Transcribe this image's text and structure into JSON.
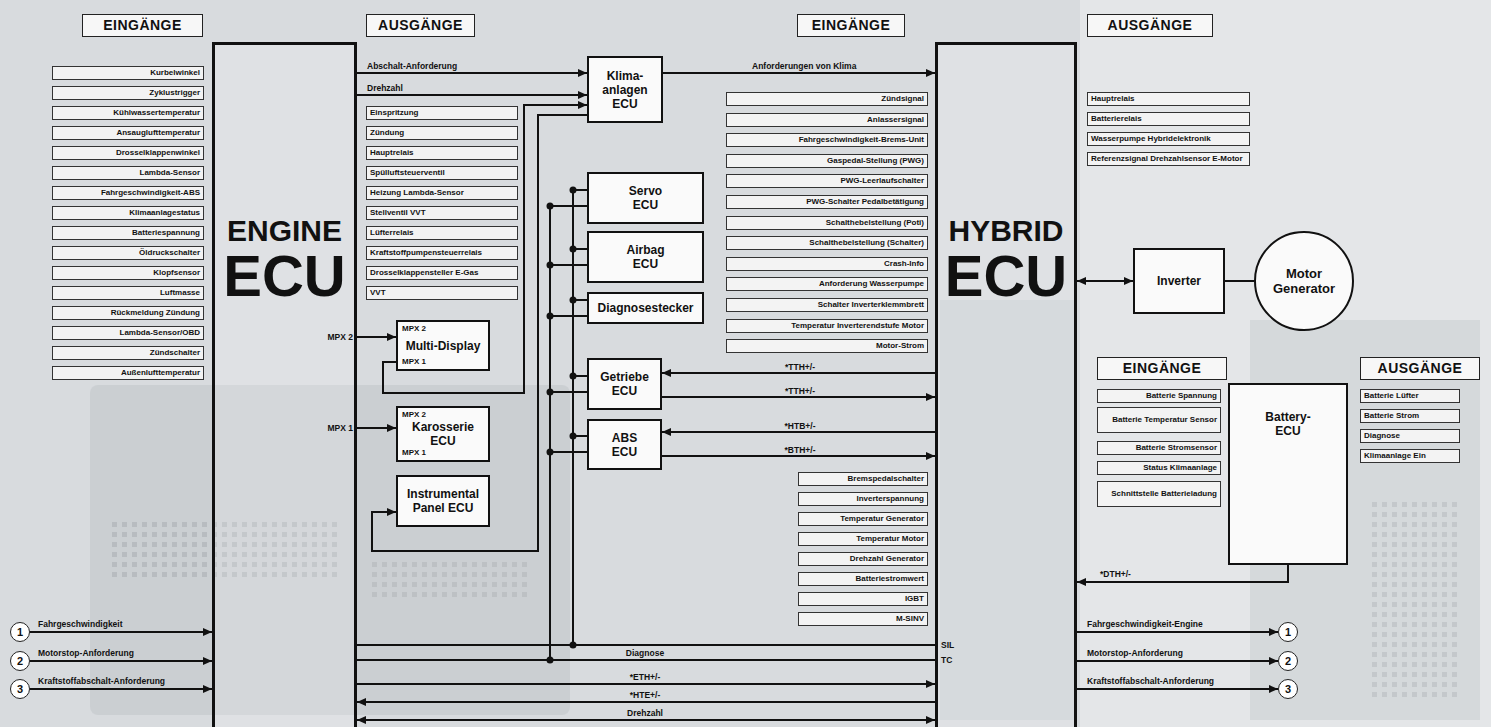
{
  "diagram": {
    "nodes": [
      {
        "text": [
          "EINGÄNGE"
        ]
      },
      {
        "text": [
          "AUSGÄNGE"
        ]
      },
      {
        "text": [
          "EINGÄNGE"
        ]
      },
      {
        "text": [
          "AUSGÄNGE"
        ]
      },
      {
        "text": [
          "ENGINE",
          "ECU"
        ]
      },
      {
        "text": [
          "Kurbelwinkel"
        ]
      },
      {
        "text": [
          "Zyklustrigger"
        ]
      },
      {
        "text": [
          "Kühlwassertemperatur"
        ]
      },
      {
        "text": [
          "Ansauglufttemperatur"
        ]
      },
      {
        "text": [
          "Drosselklappenwinkel"
        ]
      },
      {
        "text": [
          "Lambda-Sensor"
        ]
      },
      {
        "text": [
          "Fahrgeschwindigkeit-ABS"
        ]
      },
      {
        "text": [
          "Klimaanlagestatus"
        ]
      },
      {
        "text": [
          "Batteriespannung"
        ]
      },
      {
        "text": [
          "Öldruckschalter"
        ]
      },
      {
        "text": [
          "Klopfsensor"
        ]
      },
      {
        "text": [
          "Luftmasse"
        ]
      },
      {
        "text": [
          "Rückmeldung Zündung"
        ]
      },
      {
        "text": [
          "Lambda-Sensor/OBD"
        ]
      },
      {
        "text": [
          "Zündschalter"
        ]
      },
      {
        "text": [
          "Außenlufttemperatur"
        ]
      },
      {
        "text": [
          "Einspritzung"
        ]
      },
      {
        "text": [
          "Zündung"
        ]
      },
      {
        "text": [
          "Hauptrelais"
        ]
      },
      {
        "text": [
          "Spülluftsteuerventil"
        ]
      },
      {
        "text": [
          "Heizung Lambda-Sensor"
        ]
      },
      {
        "text": [
          "Stellventil VVT"
        ]
      },
      {
        "text": [
          "Lüfterrelais"
        ]
      },
      {
        "text": [
          "Kraftstoffpumpensteuerrelais"
        ]
      },
      {
        "text": [
          "Drosselklappensteller E-Gas"
        ]
      },
      {
        "text": [
          "VVT"
        ]
      },
      {
        "text": [
          "Klima-anlagen ECU"
        ]
      },
      {
        "text": [
          "Servo ECU"
        ]
      },
      {
        "text": [
          "Airbag ECU"
        ]
      },
      {
        "text": [
          "Diagnosestecker"
        ]
      },
      {
        "text": [
          "Getriebe ECU"
        ]
      },
      {
        "text": [
          "ABS ECU"
        ]
      },
      {
        "text": [
          "MPX 2",
          "Multi-Display",
          "MPX 1"
        ]
      },
      {
        "text": [
          "MPX 2",
          "Karosserie ECU",
          "MPX 1"
        ]
      },
      {
        "text": [
          "Instrumental Panel ECU"
        ]
      },
      {
        "text": [
          "HYBRID",
          "ECU"
        ]
      },
      {
        "text": [
          "Zündsignal"
        ]
      },
      {
        "text": [
          "Anlassersignal"
        ]
      },
      {
        "text": [
          "Fahrgeschwindigkeit-Brems-Unit"
        ]
      },
      {
        "text": [
          "Gaspedal-Stellung (PWG)"
        ]
      },
      {
        "text": [
          "PWG-Leerlaufschalter"
        ]
      },
      {
        "text": [
          "PWG-Schalter Pedalbetätigung"
        ]
      },
      {
        "text": [
          "Schalthebelstellung (Poti)"
        ]
      },
      {
        "text": [
          "Schalthebelstellung (Schalter)"
        ]
      },
      {
        "text": [
          "Crash-Info"
        ]
      },
      {
        "text": [
          "Anforderung Wasserpumpe"
        ]
      },
      {
        "text": [
          "Schalter Inverterklemmbrett"
        ]
      },
      {
        "text": [
          "Temperatur Inverterendstufe Motor"
        ]
      },
      {
        "text": [
          "Motor-Strom"
        ]
      },
      {
        "text": [
          "Bremspedalschalter"
        ]
      },
      {
        "text": [
          "Inverterspannung"
        ]
      },
      {
        "text": [
          "Temperatur Generator"
        ]
      },
      {
        "text": [
          "Temperatur Motor"
        ]
      },
      {
        "text": [
          "Drehzahl Generator"
        ]
      },
      {
        "text": [
          "Batteriestromwert"
        ]
      },
      {
        "text": [
          "IGBT"
        ]
      },
      {
        "text": [
          "M-SINV"
        ]
      },
      {
        "text": [
          "Hauptrelais"
        ]
      },
      {
        "text": [
          "Batterierelais"
        ]
      },
      {
        "text": [
          "Wasserpumpe Hybridelektronik"
        ]
      },
      {
        "text": [
          "Referenzsignal Drehzahlsensor E-Motor"
        ]
      },
      {
        "text": [
          "Inverter"
        ]
      },
      {
        "text": [
          "Motor Generator"
        ]
      },
      {
        "text": [
          "EINGÄNGE"
        ]
      },
      {
        "text": [
          "AUSGÄNGE"
        ]
      },
      {
        "text": [
          "Battery-ECU"
        ]
      },
      {
        "text": [
          "Batterie Spannung"
        ]
      },
      {
        "text": [
          "Batterie Temperatur Sensor"
        ]
      },
      {
        "text": [
          "Batterie Stromsensor"
        ]
      },
      {
        "text": [
          "Status Klimaanlage"
        ]
      },
      {
        "text": [
          "Schnittstelle Batterieladung"
        ]
      },
      {
        "text": [
          "Batterie Lüfter"
        ]
      },
      {
        "text": [
          "Batterie Strom"
        ]
      },
      {
        "text": [
          "Diagnose"
        ]
      },
      {
        "text": [
          "Klimaanlage Ein"
        ]
      },
      {
        "text": [
          "1"
        ]
      },
      {
        "text": [
          "2"
        ]
      },
      {
        "text": [
          "3"
        ]
      },
      {
        "text": [
          "1"
        ]
      },
      {
        "text": [
          "2"
        ]
      },
      {
        "text": [
          "3"
        ]
      }
    ],
    "edges": [
      {
        "from": 4,
        "to": 31,
        "arrow": "to",
        "label": "Abschalt-Anforderung"
      },
      {
        "from": 4,
        "to": 31,
        "arrow": "to",
        "label": "Drehzahl"
      },
      {
        "from": 31,
        "to": 40,
        "arrow": "to",
        "label": "Anforderungen von Klima"
      },
      {
        "from": 4,
        "to": 37,
        "arrow": "to",
        "label": "MPX 2"
      },
      {
        "from": 4,
        "to": 38,
        "arrow": "to",
        "label": "MPX 1"
      },
      {
        "from": 37,
        "to": 31,
        "arrow": "to"
      },
      {
        "from": 31,
        "to": 39,
        "arrow": "to"
      },
      {
        "from": 40,
        "to": 35,
        "arrow": "to",
        "label": "*TTH+/-"
      },
      {
        "from": 35,
        "to": 40,
        "arrow": "to",
        "label": "*TTH+/-"
      },
      {
        "from": 40,
        "to": 36,
        "arrow": "to",
        "label": "*HTB+/-"
      },
      {
        "from": 36,
        "to": 40,
        "arrow": "to",
        "label": "*BTH+/-"
      },
      {
        "from": 40,
        "to": 66,
        "arrow": "both"
      },
      {
        "from": 66,
        "to": 67,
        "arrow": "none"
      },
      {
        "from": 70,
        "to": 40,
        "arrow": "to",
        "label": "*DTH+/-"
      },
      {
        "from": 4,
        "to": 40,
        "arrow": "none",
        "label": "SIL"
      },
      {
        "from": 4,
        "to": 40,
        "arrow": "none",
        "label": "TC"
      },
      {
        "from": 32,
        "to": 4,
        "arrow": "none"
      },
      {
        "from": 33,
        "to": 4,
        "arrow": "none"
      },
      {
        "from": 34,
        "to": 4,
        "arrow": "none"
      },
      {
        "from": 35,
        "to": 4,
        "arrow": "none"
      },
      {
        "from": 36,
        "to": 4,
        "arrow": "none"
      },
      {
        "from": 32,
        "to": 40,
        "arrow": "none"
      },
      {
        "from": 33,
        "to": 40,
        "arrow": "none"
      },
      {
        "from": 34,
        "to": 40,
        "arrow": "none"
      },
      {
        "from": 35,
        "to": 40,
        "arrow": "none"
      },
      {
        "from": 36,
        "to": 40,
        "arrow": "none"
      },
      {
        "from": 4,
        "to": 40,
        "arrow": "to",
        "label": "*ETH+/-"
      },
      {
        "from": 40,
        "to": 4,
        "arrow": "to",
        "label": "*HTE+/-"
      },
      {
        "from": 4,
        "to": 40,
        "arrow": "both",
        "label": "Drehzahl"
      },
      {
        "from": 80,
        "to": 4,
        "arrow": "to",
        "label": "Fahrgeschwindigkeit"
      },
      {
        "from": 81,
        "to": 4,
        "arrow": "to",
        "label": "Motorstop-Anforderung"
      },
      {
        "from": 82,
        "to": 4,
        "arrow": "to",
        "label": "Kraftstoffabschalt-Anforderung"
      },
      {
        "from": 40,
        "to": 83,
        "arrow": "to",
        "label": "Fahrgeschwindigkeit-Engine"
      },
      {
        "from": 40,
        "to": 84,
        "arrow": "to",
        "label": "Motorstop-Anforderung"
      },
      {
        "from": 40,
        "to": 85,
        "arrow": "to",
        "label": "Kraftstoffabschalt-Anforderung"
      }
    ],
    "labels": [
      "Diagnose"
    ]
  }
}
